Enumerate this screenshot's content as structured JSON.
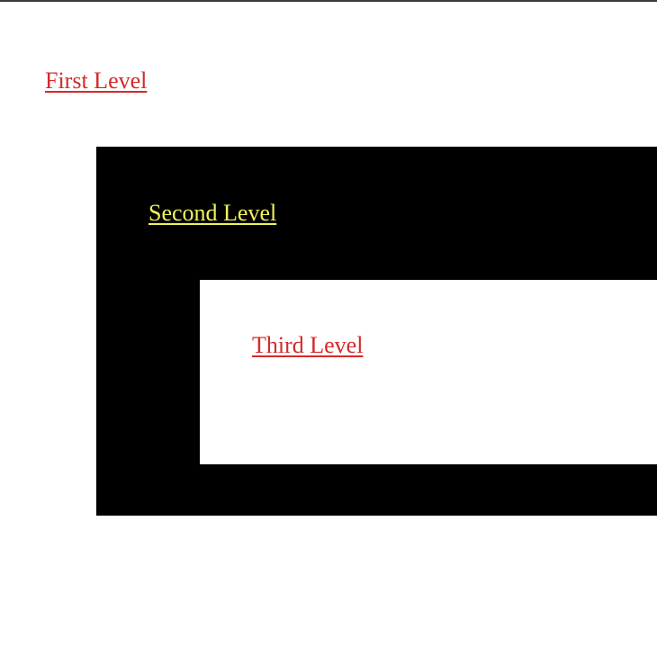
{
  "colors": {
    "page_background": "#ffffff",
    "top_border": "#3a3a3a",
    "level1_link": "#d42a2a",
    "level2_background": "#000000",
    "level2_link": "#f2f25a",
    "level3_background": "#ffffff",
    "level3_link": "#d42a2a"
  },
  "levels": {
    "first": {
      "label": "First Level"
    },
    "second": {
      "label": "Second Level"
    },
    "third": {
      "label": "Third Level"
    }
  }
}
